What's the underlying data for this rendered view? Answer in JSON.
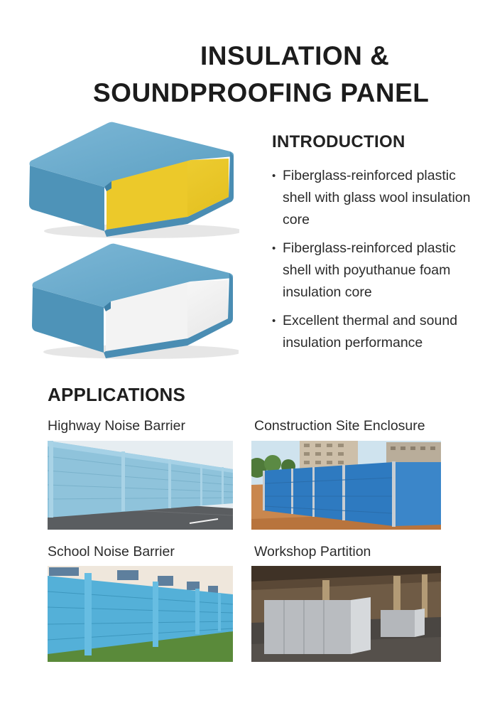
{
  "title": {
    "line1": "INSULATION &",
    "line2": "SOUNDPROOFING PANEL"
  },
  "panels": [
    {
      "name": "glass-wool-panel",
      "shell_color": "#5fa3c6",
      "core_color": "#f0cf2a"
    },
    {
      "name": "polyurethane-foam-panel",
      "shell_color": "#5fa3c6",
      "core_color": "#f5f5f5"
    }
  ],
  "introduction": {
    "heading": "INTRODUCTION",
    "bullet_glyph": "•",
    "items": [
      "Fiberglass-reinforced plastic shell with glass wool insulation core",
      "Fiberglass-reinforced plastic shell with poyuthanue foam insulation core",
      "Excellent thermal and sound insulation performance"
    ]
  },
  "applications": {
    "heading": "APPLICATIONS",
    "items": [
      {
        "label": "Highway Noise Barrier"
      },
      {
        "label": "Construction Site Enclosure"
      },
      {
        "label": "School Noise Barrier"
      },
      {
        "label": "Workshop Partition"
      }
    ]
  }
}
